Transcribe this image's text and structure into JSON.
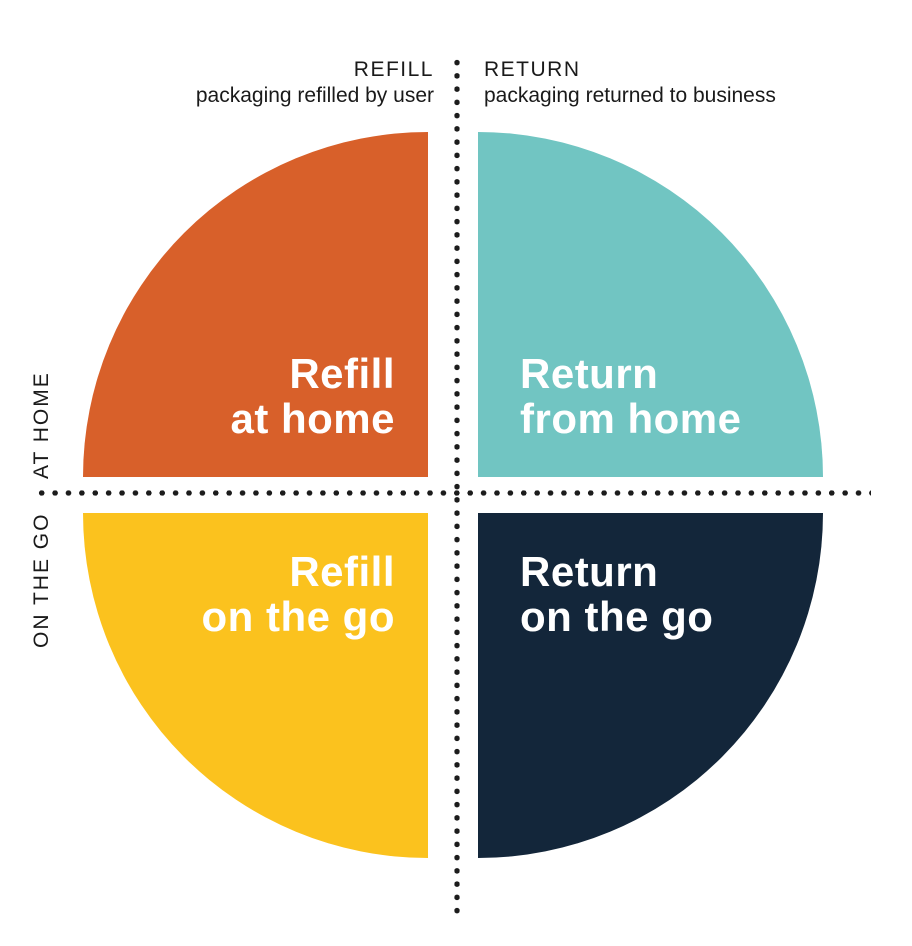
{
  "diagram": {
    "type": "quadrant-matrix",
    "columns": [
      {
        "label": "REFILL",
        "description": "packaging refilled by user"
      },
      {
        "label": "RETURN",
        "description": "packaging returned to business"
      }
    ],
    "rows": [
      {
        "label": "AT HOME"
      },
      {
        "label": "ON THE GO"
      }
    ],
    "quadrants": [
      {
        "name": "refill-at-home",
        "line1": "Refill",
        "line2": "at home",
        "position": "top-left",
        "color": "#d8602a",
        "text_color": "#ffffff"
      },
      {
        "name": "return-from-home",
        "line1": "Return",
        "line2": "from home",
        "position": "top-right",
        "color": "#71c5c2",
        "text_color": "#ffffff"
      },
      {
        "name": "refill-on-the-go",
        "line1": "Refill",
        "line2": "on the go",
        "position": "bottom-left",
        "color": "#fbc21e",
        "text_color": "#ffffff"
      },
      {
        "name": "return-on-the-go",
        "line1": "Return",
        "line2": "on the go",
        "position": "bottom-right",
        "color": "#13263a",
        "text_color": "#ffffff"
      }
    ]
  },
  "colors": {
    "background": "#ffffff",
    "axis_dots": "#1c1c1c",
    "axis_text": "#1a1a1a"
  }
}
